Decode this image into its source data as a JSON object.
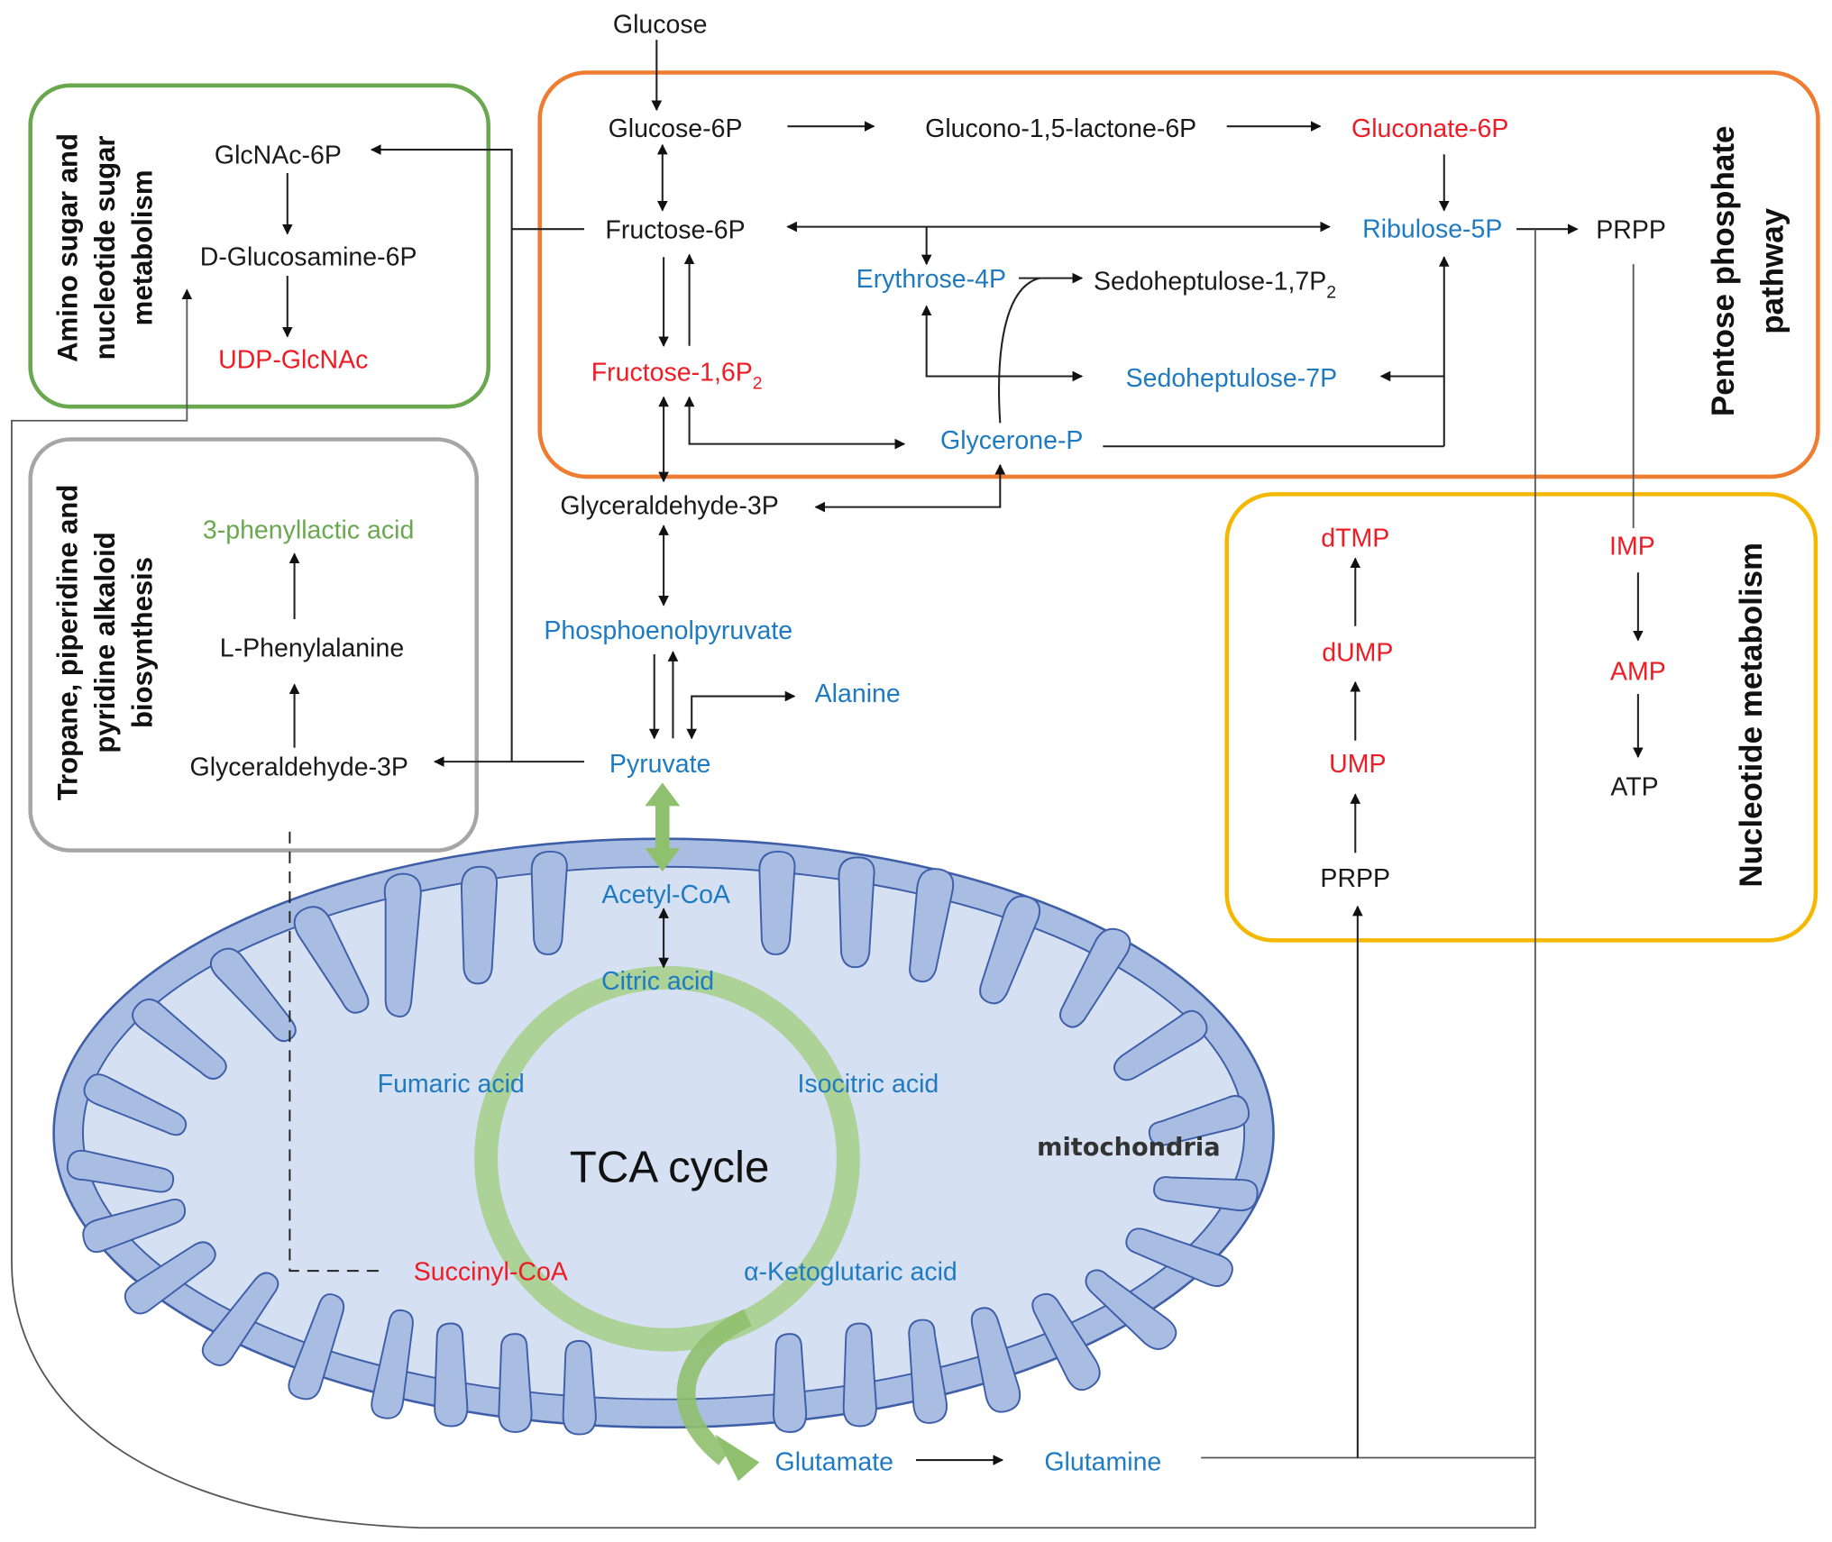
{
  "colors": {
    "metabolite_default": "#1a1a1a",
    "metabolite_red": "#ee1c25",
    "metabolite_blue": "#1f7bc1",
    "metabolite_green": "#6aa84f",
    "pentose_box": "#ee7d31",
    "amino_sugar_box": "#6aa84f",
    "tropane_box": "#a6a6a6",
    "nucleotide_box": "#f5b800",
    "mitochondria_fill": "#d6e0f3",
    "mitochondria_membrane": "#9fb5dd",
    "mitochondria_outline": "#3e5fa8",
    "tca_ring": "#a9d08e"
  },
  "boxes": {
    "pentose": "Pentose phosphate pathway",
    "pentose_l1": "Pentose phosphate",
    "pentose_l2": "pathway",
    "amino_l1": "Amino sugar and",
    "amino_l2": "nucleotide sugar",
    "amino_l3": "metabolism",
    "tropane_l1": "Tropane, piperidine and",
    "tropane_l2": "pyridine alkaloid",
    "tropane_l3": "biosynthesis",
    "nucleotide": "Nucleotide metabolism"
  },
  "metabolites": {
    "glucose": "Glucose",
    "glucose6p": "Glucose-6P",
    "glucono": "Glucono-1,5-lactone-6P",
    "gluconate6p": "Gluconate-6P",
    "fructose6p": "Fructose-6P",
    "ribulose5p": "Ribulose-5P",
    "prpp_top": "PRPP",
    "erythrose4p": "Erythrose-4P",
    "sedo17_base": "Sedoheptulose-1,7P",
    "sedo17_sub": "2",
    "fructose16_base": "Fructose-1,6P",
    "fructose16_sub": "2",
    "sedo7p": "Sedoheptulose-7P",
    "glycerone": "Glycerone-P",
    "glyceraldehyde3p": "Glyceraldehyde-3P",
    "pep": "Phosphoenolpyruvate",
    "alanine": "Alanine",
    "pyruvate": "Pyruvate",
    "glcnac6p": "GlcNAc-6P",
    "glucosamine6p": "D-Glucosamine-6P",
    "udpglcnac": "UDP-GlcNAc",
    "phenyllactic": "3-phenyllactic acid",
    "phenylalanine": "L-Phenylalanine",
    "glyceraldehyde3p_left": "Glyceraldehyde-3P",
    "dtmp": "dTMP",
    "dump": "dUMP",
    "ump": "UMP",
    "prpp_nuc": "PRPP",
    "imp": "IMP",
    "amp": "AMP",
    "atp": "ATP",
    "acetylcoa": "Acetyl-CoA",
    "citric": "Citric acid",
    "fumaric": "Fumaric acid",
    "isocitric": "Isocitric acid",
    "succinylcoa": "Succinyl-CoA",
    "ketoglutaric": "α-Ketoglutaric acid",
    "glutamate": "Glutamate",
    "glutamine": "Glutamine"
  },
  "labels": {
    "tca": "TCA cycle",
    "mitochondria": "mitochondria"
  }
}
